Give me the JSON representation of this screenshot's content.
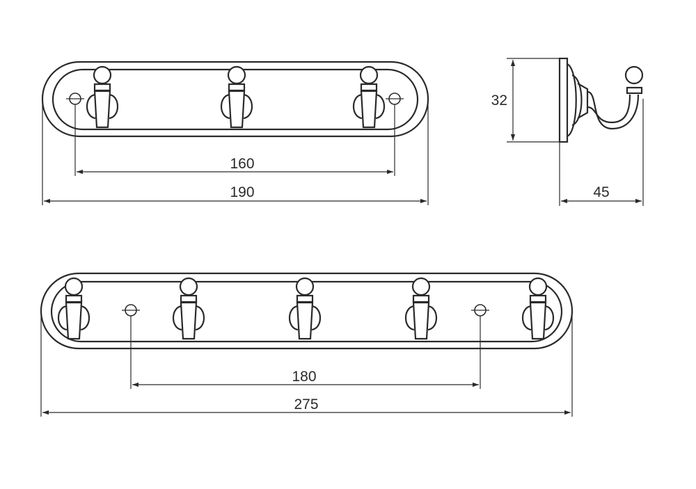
{
  "dimensions": {
    "three_hook_holes": "160",
    "three_hook_length": "190",
    "depth_height": "32",
    "depth_projection": "45",
    "five_hook_holes": "180",
    "five_hook_length": "275"
  },
  "colors": {
    "line": "#2a2a2a",
    "background": "#ffffff"
  }
}
